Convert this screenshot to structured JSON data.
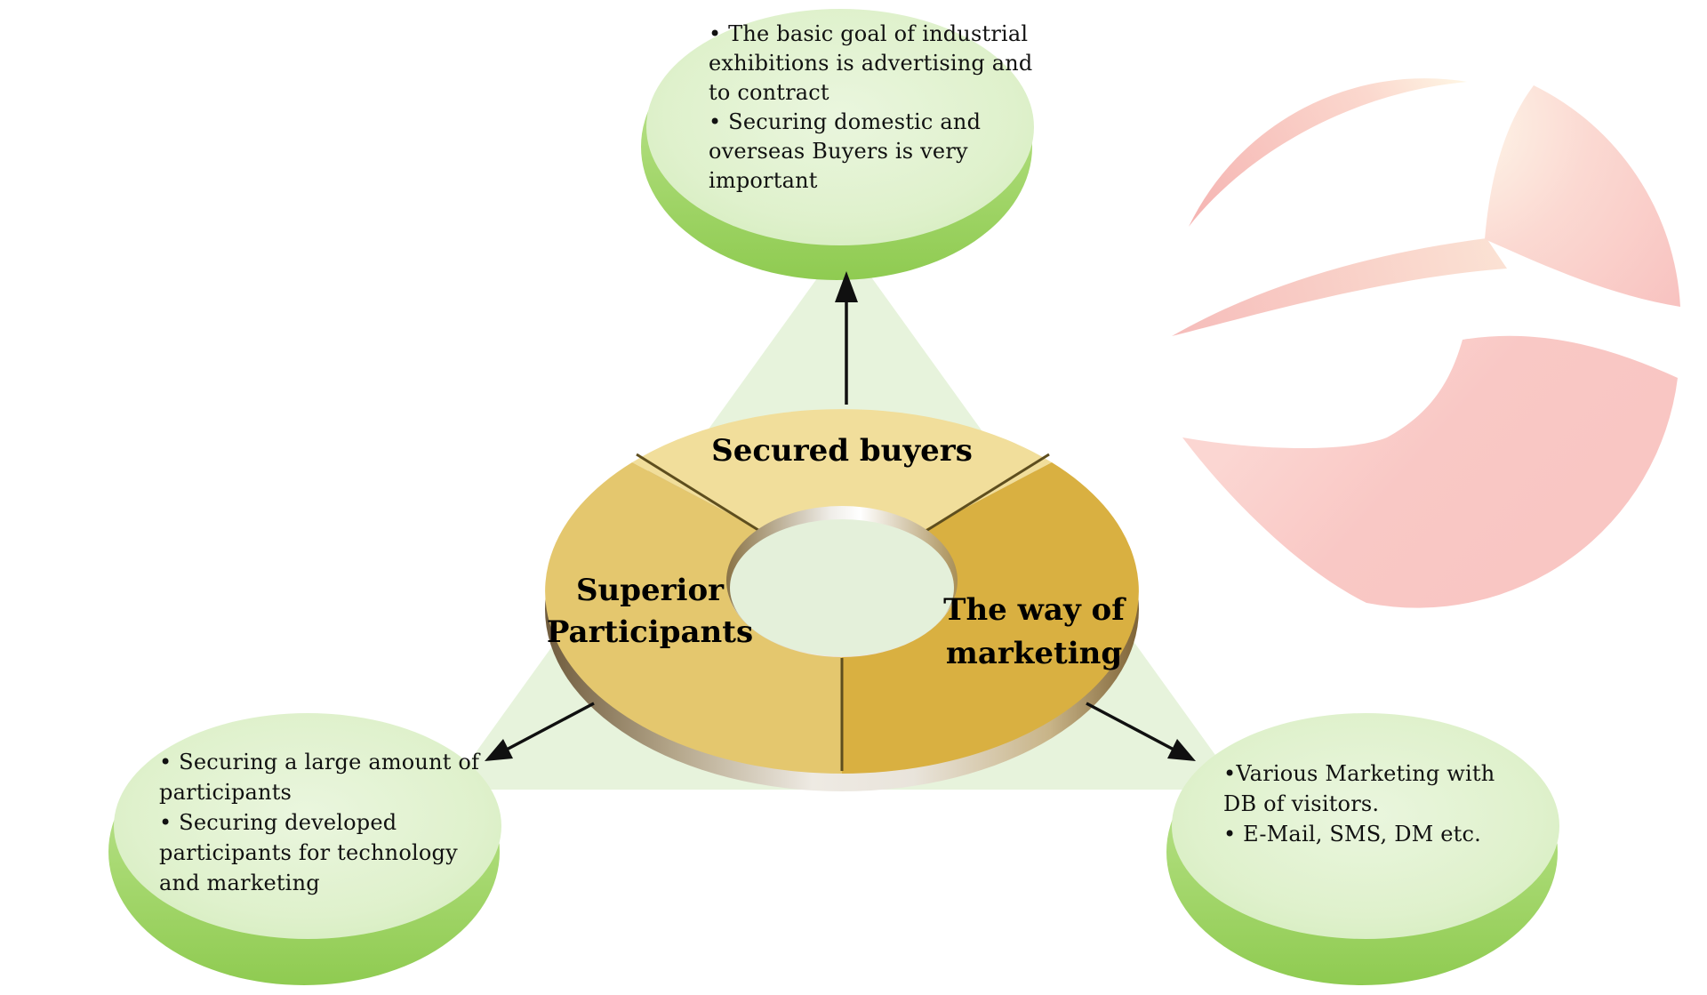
{
  "diagram": {
    "type": "donut-with-hemisphere-callouts",
    "description_elements": [
      "central 3-segment donut",
      "light green triangle",
      "three green hemisphere bowls with bullet notes",
      "pink sphere swoosh watermark logo",
      "three black arrows"
    ]
  },
  "donut": {
    "top_label": "Secured buyers",
    "left_label_lines": [
      "Superior",
      "Participants"
    ],
    "right_label_lines": [
      "The way of",
      "marketing"
    ]
  },
  "bowls": {
    "top": {
      "lines": [
        "• The basic goal of industrial",
        "exhibitions is advertising and",
        "to contract",
        "• Securing domestic and",
        "overseas Buyers is very",
        "important"
      ]
    },
    "left": {
      "lines": [
        "• Securing a large amount of",
        "participants",
        "• Securing developed",
        "participants for technology",
        "and marketing"
      ]
    },
    "right": {
      "lines": [
        "•Various Marketing with",
        "DB of visitors.",
        "• E-Mail, SMS, DM etc."
      ]
    }
  },
  "colors": {
    "background": "#FFFFFF",
    "triangle": "#E7F3DC",
    "donut_segment_top": "#F1DE9B",
    "donut_segment_left": "#E4C76E",
    "donut_segment_right": "#D9B041",
    "donut_divider": "#5E4E1E",
    "donut_hole": "#E4F0DA",
    "arrow": "#101010",
    "logo_pink": "#F8C2C0",
    "text": "#111111"
  }
}
